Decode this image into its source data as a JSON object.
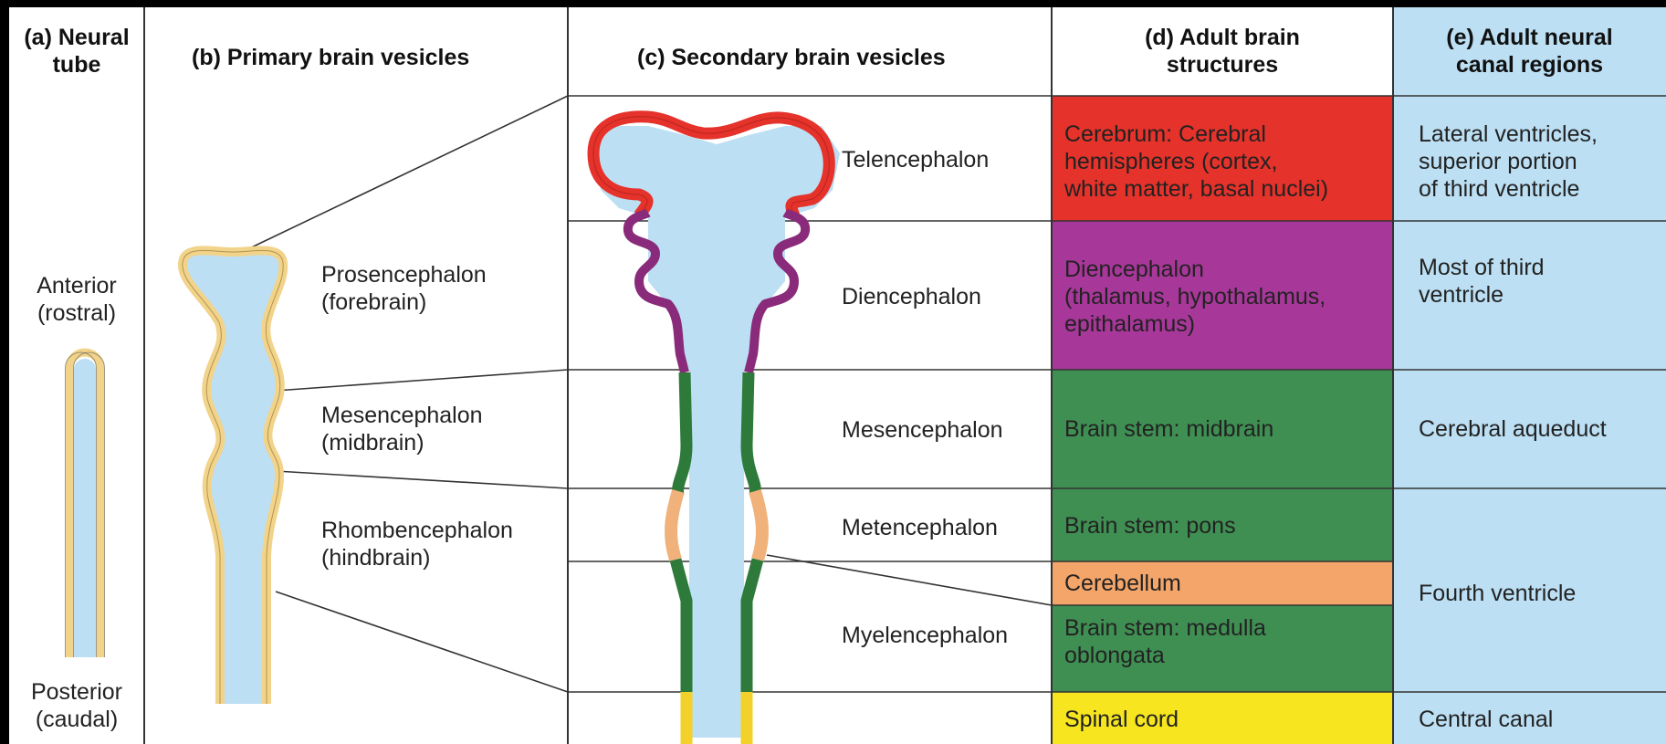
{
  "columns": {
    "a": {
      "title_line1": "(a) Neural",
      "title_line2": "tube"
    },
    "b": {
      "title": "(b) Primary brain vesicles"
    },
    "c": {
      "title": "(c) Secondary brain vesicles"
    },
    "d": {
      "title_line1": "(d) Adult brain",
      "title_line2": "structures"
    },
    "e": {
      "title_line1": "(e) Adult neural",
      "title_line2": "canal regions"
    }
  },
  "orientation": {
    "anterior": "Anterior",
    "anterior_sub": "(rostral)",
    "posterior": "Posterior",
    "posterior_sub": "(caudal)"
  },
  "primary_vesicles": [
    {
      "name": "Prosencephalon",
      "common": "(forebrain)"
    },
    {
      "name": "Mesencephalon",
      "common": "(midbrain)"
    },
    {
      "name": "Rhombencephalon",
      "common": "(hindbrain)"
    }
  ],
  "secondary_vesicles": [
    "Telencephalon",
    "Diencephalon",
    "Mesencephalon",
    "Metencephalon",
    "Myelencephalon"
  ],
  "adult_structures": [
    {
      "lines": [
        "Cerebrum: Cerebral",
        "hemispheres (cortex,",
        "white matter, basal nuclei)"
      ],
      "color": "#e5322a"
    },
    {
      "lines": [
        "Diencephalon",
        "(thalamus, hypothalamus,",
        "epithalamus)"
      ],
      "color": "#a8379a"
    },
    {
      "lines": [
        "Brain stem: midbrain"
      ],
      "color": "#3f8f53"
    },
    {
      "lines": [
        "Brain stem: pons"
      ],
      "color": "#3f8f53"
    },
    {
      "lines": [
        "Cerebellum"
      ],
      "color": "#f4a56a"
    },
    {
      "lines": [
        "Brain stem: medulla",
        "oblongata"
      ],
      "color": "#3f8f53"
    },
    {
      "lines": [
        "Spinal cord"
      ],
      "color": "#f6e51f"
    }
  ],
  "canal_regions": [
    {
      "lines": [
        "Lateral ventricles,",
        "superior portion",
        "of third ventricle"
      ]
    },
    {
      "lines": [
        "Most of third",
        "ventricle"
      ]
    },
    {
      "lines": [
        "Cerebral aqueduct"
      ]
    },
    {
      "lines": [
        "Fourth ventricle"
      ]
    },
    {
      "lines": [
        "Central canal"
      ]
    }
  ],
  "colors": {
    "canal_fill": "#bcdff3",
    "neural_tube_wall": "#f2d38a",
    "telencephalon_wall": "#e5322a",
    "diencephalon_wall": "#8a2a7a",
    "brainstem_wall": "#2e7a3b",
    "cerebellum_wall": "#f0b27a",
    "spinal_wall": "#f3d12a"
  }
}
